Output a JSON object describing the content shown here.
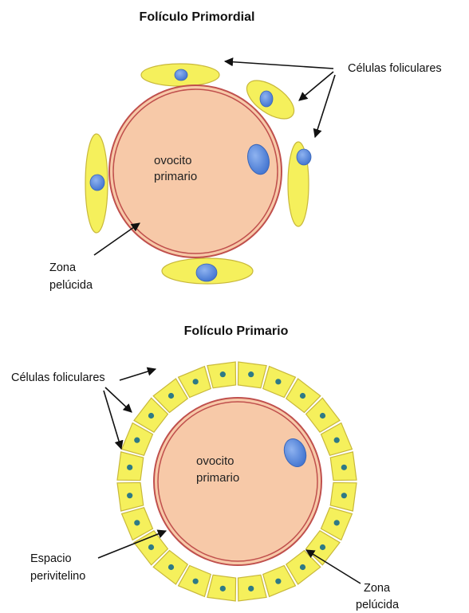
{
  "primordial": {
    "title": "Folículo Primordial",
    "oocyte_line1": "ovocito",
    "oocyte_line2": "primario",
    "follicular_cells_label": "Células foliculares",
    "zona_line1": "Zona",
    "zona_line2": "pelúcida"
  },
  "primary": {
    "title": "Folículo Primario",
    "oocyte_line1": "ovocito",
    "oocyte_line2": "primario",
    "follicular_cells_label": "Células foliculares",
    "espacio_line1": "Espacio",
    "espacio_line2": "perivitelino",
    "zona_line1": "Zona",
    "zona_line2": "pelúcida"
  },
  "colors": {
    "oocyte_fill": "#f7c9a8",
    "zona_ring": "#c0504d",
    "follicular_cell_fill": "#f5f05c",
    "follicular_cell_stroke": "#c8b83a",
    "nucleus_fill": "#4f86e0",
    "small_nucleus_fill": "#2e7a86",
    "arrow": "#111111"
  }
}
